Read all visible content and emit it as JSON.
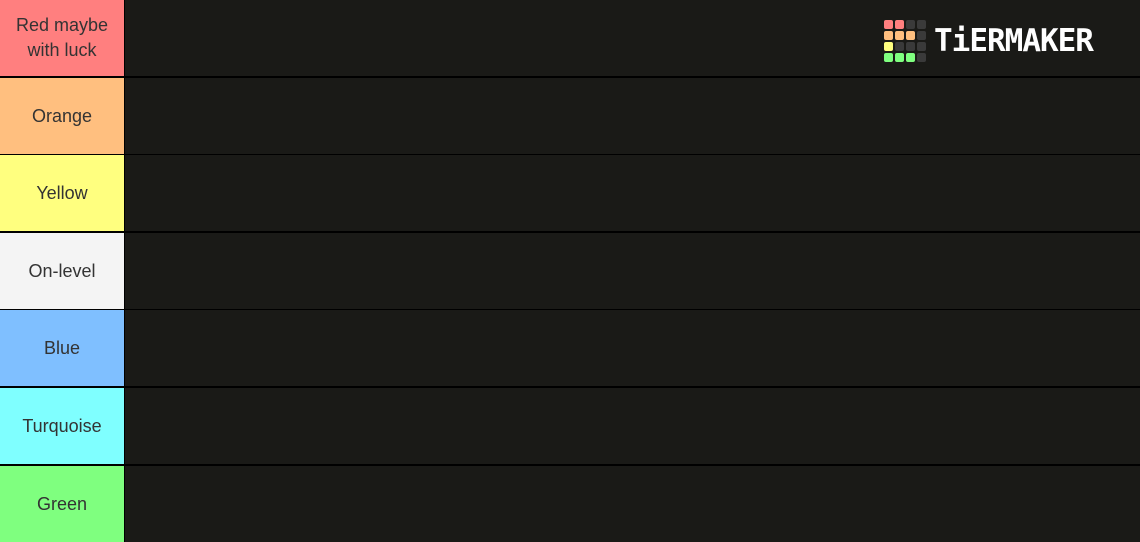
{
  "tiers": [
    {
      "label": "Red maybe with luck",
      "color": "#ff7f7f"
    },
    {
      "label": "Orange",
      "color": "#ffbf7f"
    },
    {
      "label": "Yellow",
      "color": "#ffff7f"
    },
    {
      "label": "On-level",
      "color": "#f4f4f4"
    },
    {
      "label": "Blue",
      "color": "#7fbfff"
    },
    {
      "label": "Turquoise",
      "color": "#7fffff"
    },
    {
      "label": "Green",
      "color": "#7fff7f"
    }
  ],
  "logo": {
    "text": "TiERMAKER",
    "icon": "tiermaker-grid-icon",
    "grid_colors": [
      "#ff7f7f",
      "#ff7f7f",
      "#3a3a3a",
      "#3a3a3a",
      "#ffbf7f",
      "#ffbf7f",
      "#ffbf7f",
      "#3a3a3a",
      "#ffff7f",
      "#3a3a3a",
      "#3a3a3a",
      "#3a3a3a",
      "#7fff7f",
      "#7fff7f",
      "#7fff7f",
      "#3a3a3a"
    ]
  },
  "colors": {
    "background": "#000000",
    "row_background": "#1a1a17"
  }
}
